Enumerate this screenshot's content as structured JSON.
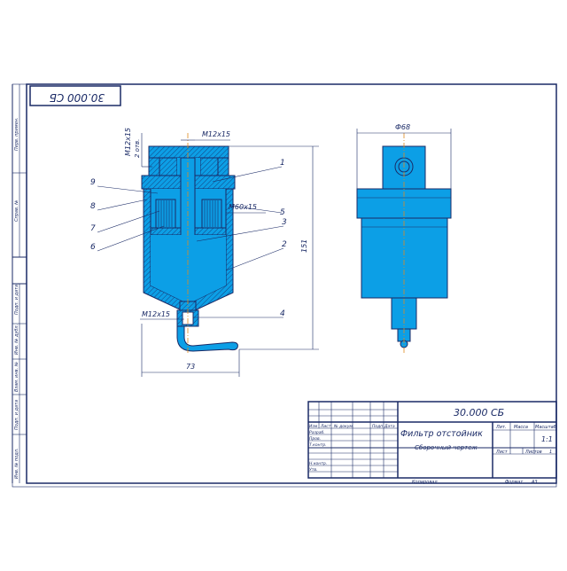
{
  "stamp_code": "30.000 СБ",
  "left_strip": {
    "labels": [
      "Перв. примен.",
      "Справ. №",
      "Подп. и дата",
      "Инв. № дубл.",
      "Взам. инв. №",
      "Подп. и дата",
      "Инв. № подл."
    ]
  },
  "dims": {
    "m12_top": "M12x15",
    "m12_side": "M12x15",
    "two_holes": "2 отв.",
    "m60": "M60x15",
    "m12_bottom": "M12x15",
    "height": "151",
    "width": "73",
    "diameter": "Ф68"
  },
  "callouts": [
    "1",
    "2",
    "3",
    "4",
    "5",
    "6",
    "7",
    "8",
    "9"
  ],
  "title_block": {
    "code": "30.000 СБ",
    "title": "Фильтр отстойник",
    "subtitle": "Сборочный чертеж",
    "col_headers": [
      "Изм",
      "Лист",
      "№ докум.",
      "Подп.",
      "Дата"
    ],
    "roles": [
      "Разраб.",
      "Пров.",
      "Т.контр.",
      "Н.контр.",
      "Утв."
    ],
    "lit_label": "Лит.",
    "mass_label": "Масса",
    "scale_label": "Масштаб",
    "scale_value": "1:1",
    "sheet_label": "Лист",
    "sheets_label": "Листов",
    "sheets_value": "1"
  },
  "footer": {
    "copied": "Копировал",
    "format_label": "Формат",
    "format_value": "A3"
  },
  "colors": {
    "line": "#1a2a66",
    "body_fill": "#0c9fe6",
    "axis": "#e08a1e"
  }
}
